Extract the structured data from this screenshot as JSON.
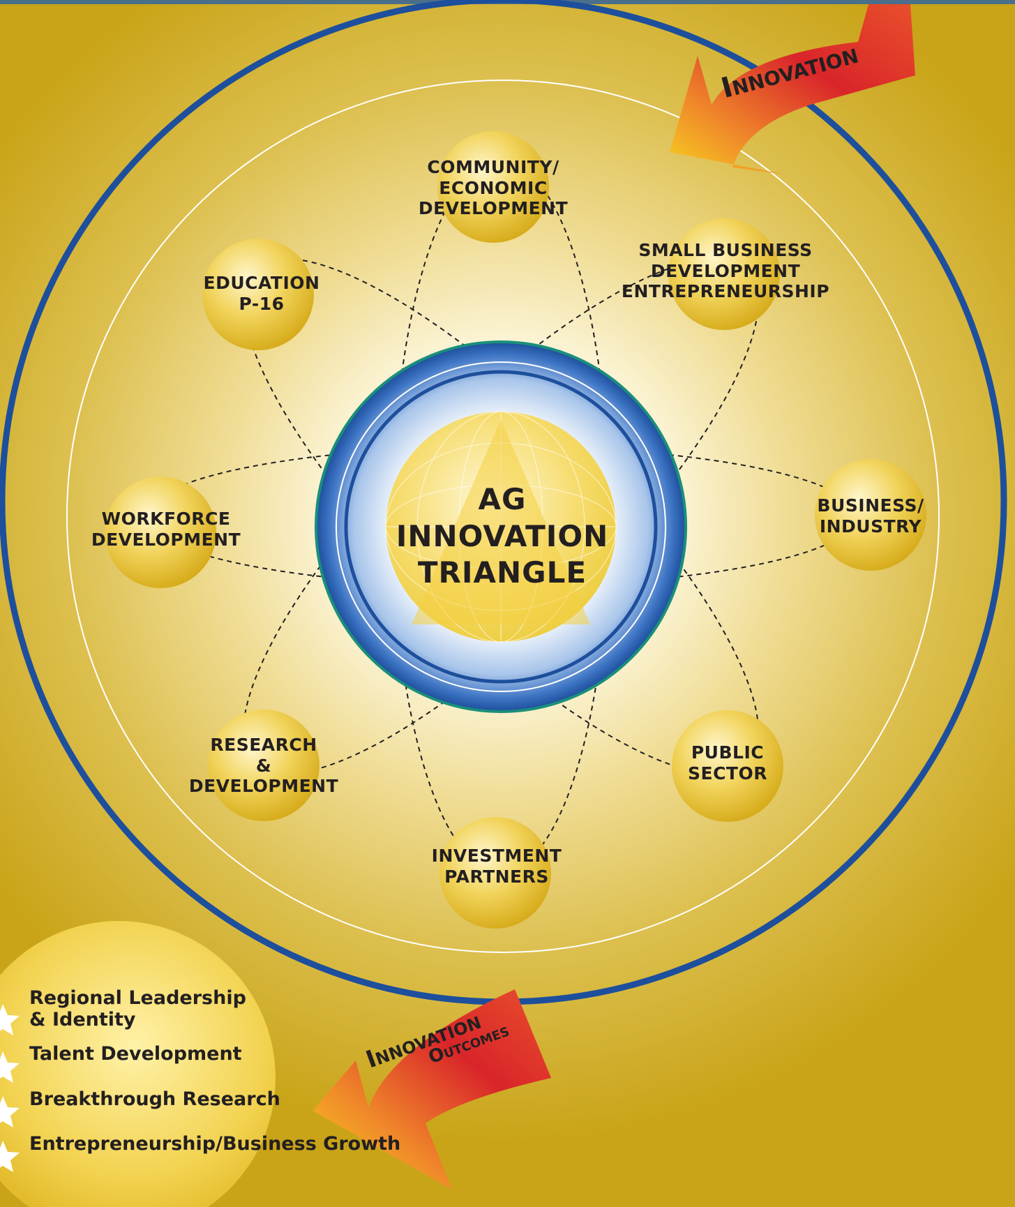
{
  "diagram": {
    "center": {
      "lines": [
        "AG",
        "INNOVATION",
        "TRIANGLE"
      ]
    },
    "nodes": [
      {
        "id": "community",
        "lines": [
          "COMMUNITY/",
          "ECONOMIC",
          "DEVELOPMENT"
        ]
      },
      {
        "id": "small-business",
        "lines": [
          "SMALL BUSINESS",
          "DEVELOPMENT",
          "ENTREPRENEURSHIP"
        ]
      },
      {
        "id": "business-industry",
        "lines": [
          "BUSINESS/",
          "INDUSTRY"
        ]
      },
      {
        "id": "public-sector",
        "lines": [
          "PUBLIC",
          "SECTOR"
        ]
      },
      {
        "id": "investment-partners",
        "lines": [
          "INVESTMENT",
          "PARTNERS"
        ]
      },
      {
        "id": "research",
        "lines": [
          "RESEARCH",
          "&",
          "DEVELOPMENT"
        ]
      },
      {
        "id": "workforce",
        "lines": [
          "WORKFORCE",
          "DEVELOPMENT"
        ]
      },
      {
        "id": "education",
        "lines": [
          "EDUCATION",
          "P-16"
        ]
      }
    ],
    "arrows": {
      "innovation": "Innovation",
      "outcomes": [
        "Innovation",
        "Outcomes"
      ]
    },
    "outcomes_list": [
      [
        "Regional Leadership",
        "& Identity"
      ],
      [
        "Talent Development"
      ],
      [
        "Breakthrough Research"
      ],
      [
        "Entrepreneurship/Business Growth"
      ]
    ],
    "colors": {
      "background": "#c9a418",
      "ring_blue": "#1d4f9c",
      "node_gold": "#e9c53a",
      "arrow_red": "#d9252a",
      "arrow_yellow": "#f4c51c",
      "text": "#231f20",
      "top_stripe": "#4a6f8a"
    }
  }
}
